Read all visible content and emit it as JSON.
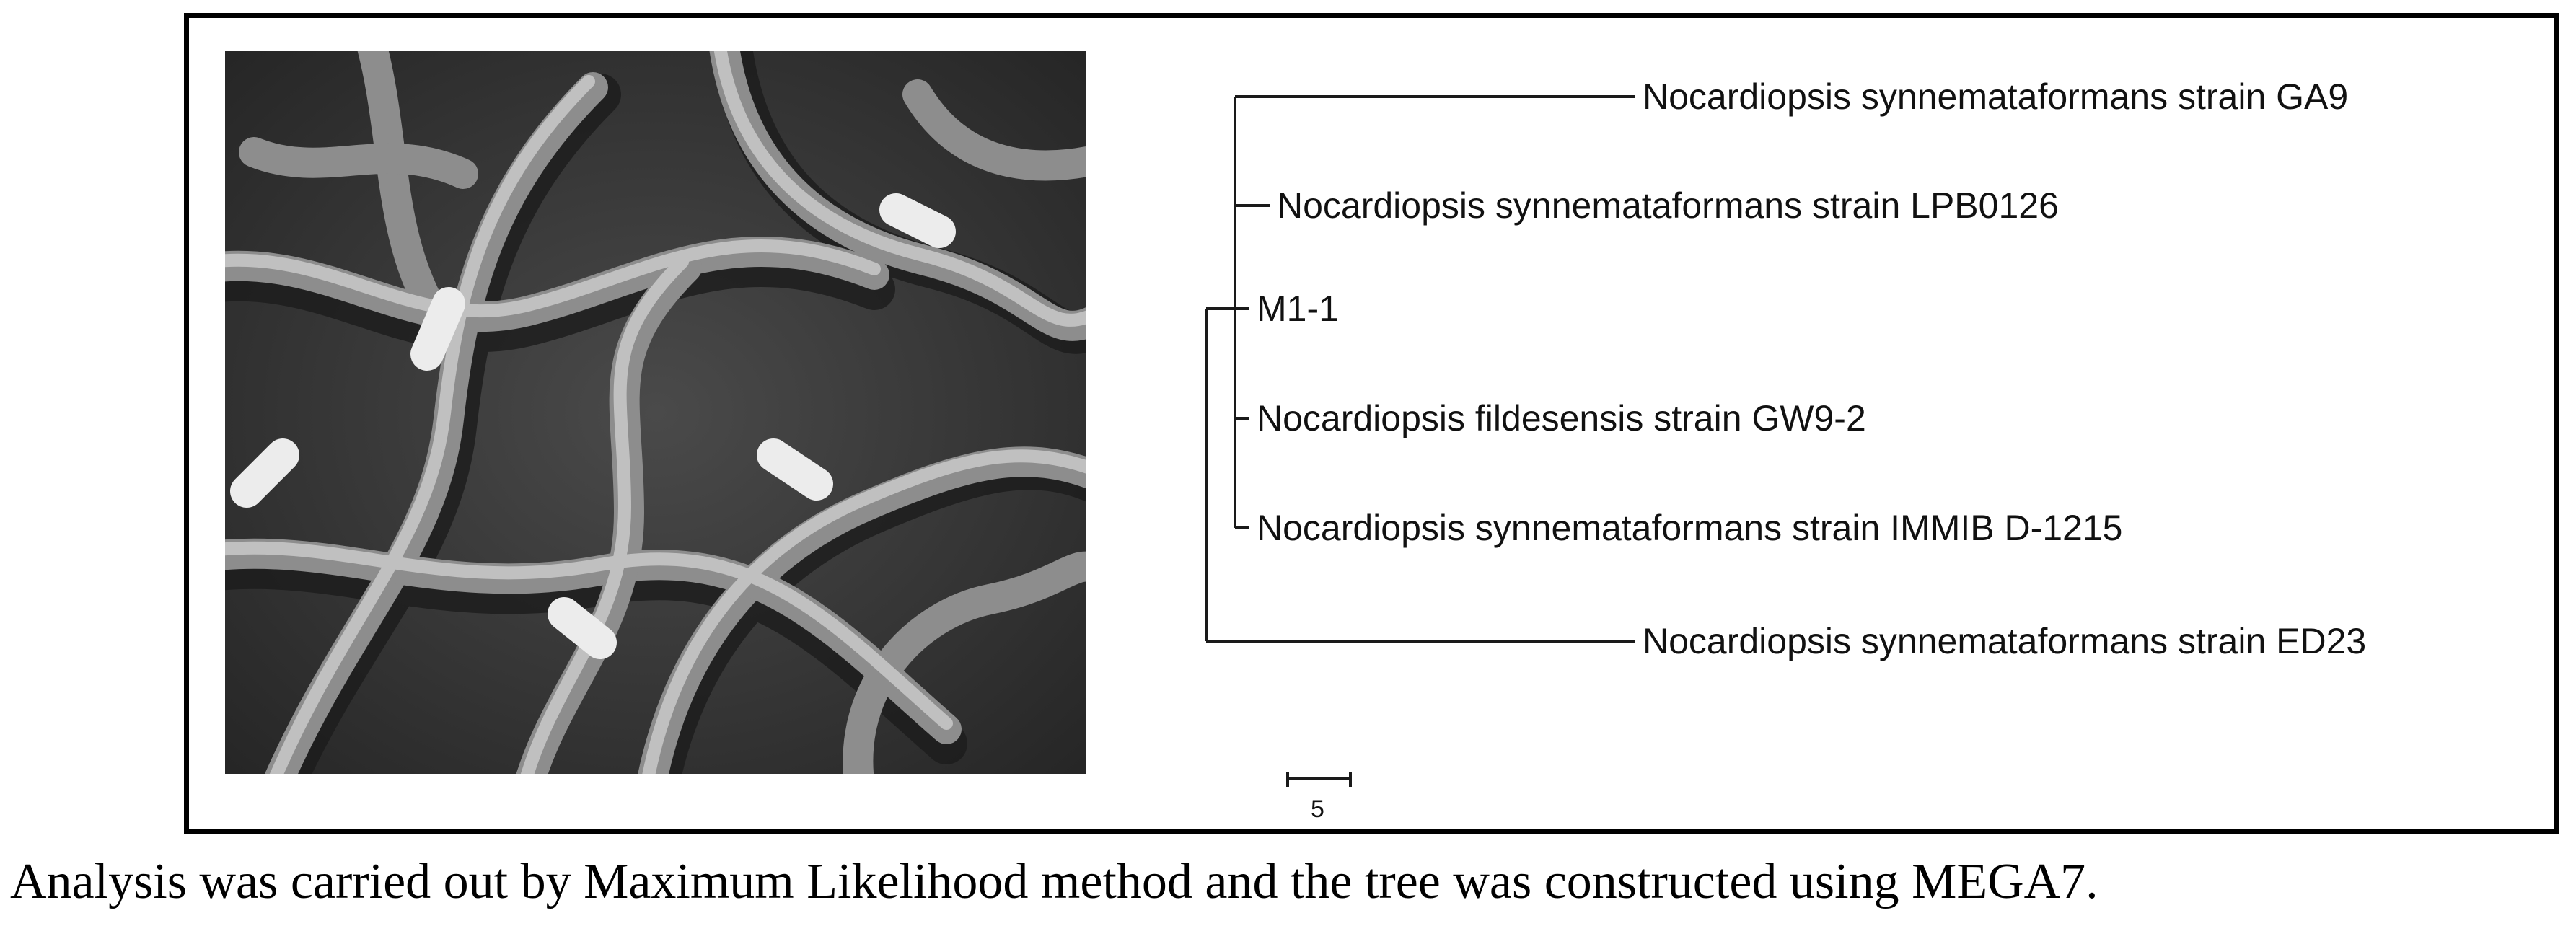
{
  "tree": {
    "taxa": [
      "Nocardiopsis synnemataformans strain GA9",
      "Nocardiopsis synnemataformans strain LPB0126",
      "M1-1",
      "Nocardiopsis fildesensis strain GW9-2",
      "Nocardiopsis synnemataformans strain IMMIB D-1215",
      "Nocardiopsis synnemataformans strain ED23"
    ],
    "scale_bar_label": "5"
  },
  "micrograph": {
    "description_icon": "sem-micrograph-icon"
  },
  "caption": "Analysis was carried out by Maximum Likelihood method and the tree was constructed using MEGA7.",
  "colors": {
    "line": "#1a1a1a",
    "frame": "#000000",
    "micrograph_bg": "#3a3a3a"
  }
}
